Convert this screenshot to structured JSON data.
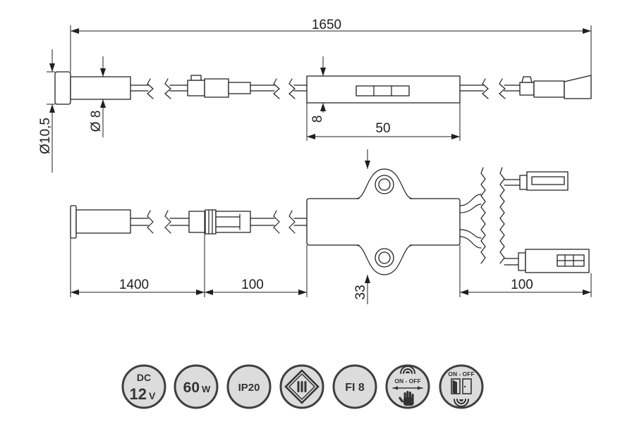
{
  "dimensions": {
    "total_length": "1650",
    "head_diameter": "Ø10,5",
    "body_diameter": "Ø 8",
    "module_height": "8",
    "module_length": "50",
    "sensor_cable": "1400",
    "middle_cable": "100",
    "output_cable": "100",
    "module_width": "33"
  },
  "icons": [
    {
      "icon": "dc-voltage-icon",
      "line1": "DC",
      "value": "12",
      "unit": "V"
    },
    {
      "icon": "power-rating-icon",
      "value": "60",
      "unit": "W"
    },
    {
      "icon": "ip-rating-icon",
      "label": "IP20"
    },
    {
      "icon": "furniture-mark-icon"
    },
    {
      "icon": "mounting-hole-icon",
      "label": "FI 8"
    },
    {
      "icon": "hand-wave-sensor-icon",
      "label": "ON - OFF"
    },
    {
      "icon": "door-sensor-icon",
      "label": "ON - OFF"
    }
  ],
  "colors": {
    "line": "#1f1f1f",
    "icon_fill": "#dcdcdc",
    "icon_stroke": "#3f3f3f",
    "icon_ink": "#333333",
    "background": "#ffffff"
  }
}
